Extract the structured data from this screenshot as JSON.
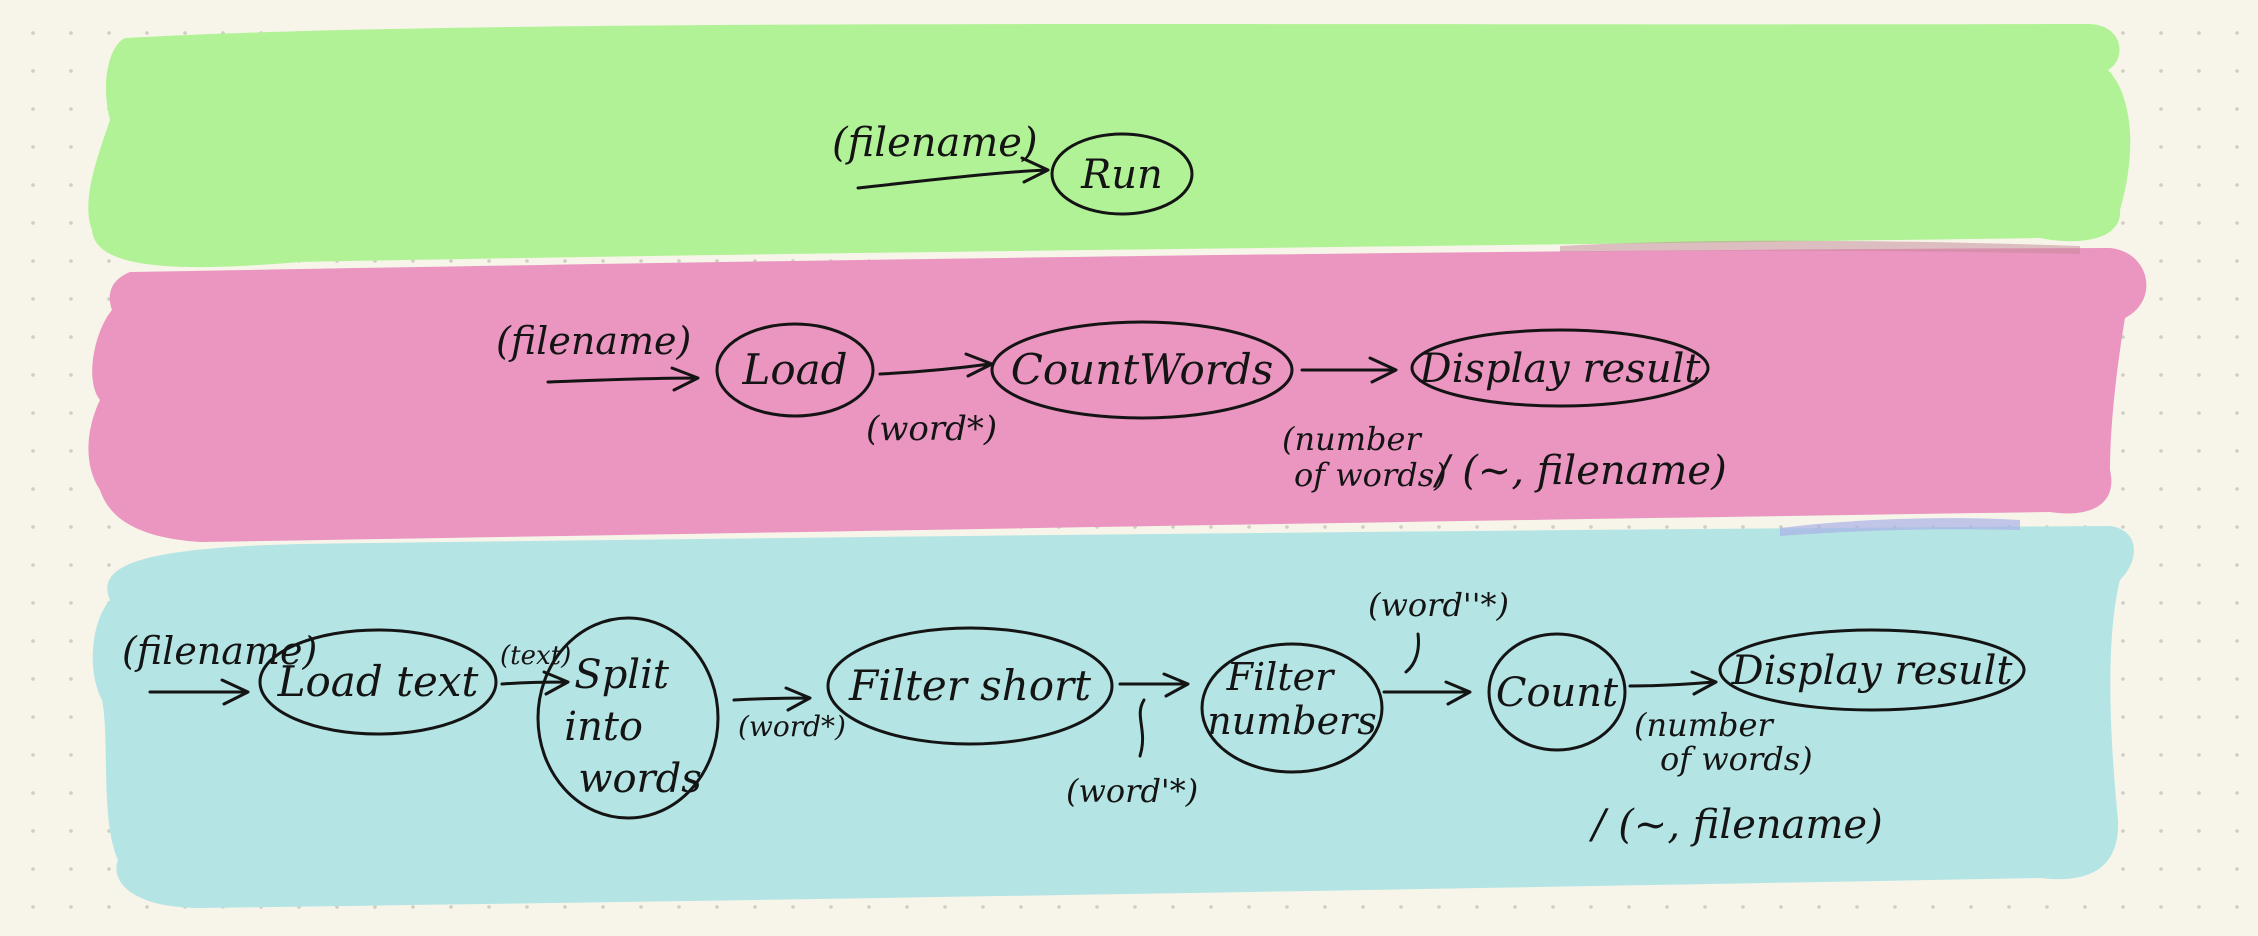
{
  "colors": {
    "background": "#f7f5ea",
    "level_1": "#b2f296",
    "level_2": "#ea96c0",
    "level_3": "#b4e5e4",
    "ink": "#141414"
  },
  "levels": [
    {
      "id": "top",
      "input_label": "(filename)",
      "nodes": [
        {
          "id": "run",
          "label": "Run"
        }
      ]
    },
    {
      "id": "middle",
      "input_label": "(filename)",
      "nodes": [
        {
          "id": "load",
          "label": "Load"
        },
        {
          "id": "count-words",
          "label": "CountWords"
        },
        {
          "id": "display-result",
          "label": "Display result"
        }
      ],
      "edge_labels": {
        "load_to_count": "(word*)",
        "output_1": "(number",
        "output_2": "of words)",
        "output_alt": "/ (~, filename)"
      }
    },
    {
      "id": "bottom",
      "input_label": "(filename)",
      "nodes": [
        {
          "id": "load-text",
          "label": "Load text"
        },
        {
          "id": "split-into-words",
          "label_lines": [
            "Split",
            "into",
            "words"
          ]
        },
        {
          "id": "filter-short",
          "label": "Filter short"
        },
        {
          "id": "filter-numbers",
          "label_lines": [
            "Filter",
            "numbers"
          ]
        },
        {
          "id": "count",
          "label": "Count"
        },
        {
          "id": "display-result",
          "label": "Display result"
        }
      ],
      "edge_labels": {
        "load_to_split": "(text)",
        "split_to_filter": "(word*)",
        "filter_to_numbers": "(word'*)",
        "numbers_to_count": "(word''*)",
        "output_1": "(number",
        "output_2": "of words)",
        "output_alt": "/ (~, filename)"
      }
    }
  ]
}
